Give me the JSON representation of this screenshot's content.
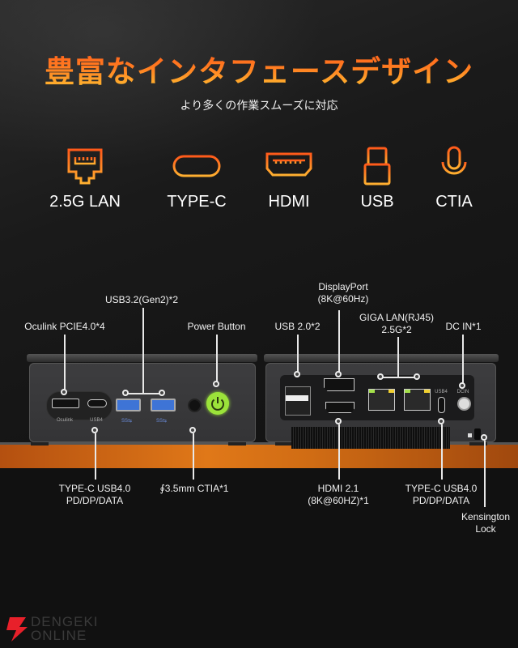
{
  "header": {
    "title": "豊富なインタフェースデザイン",
    "subtitle": "より多くの作業スムーズに対応"
  },
  "features": [
    {
      "icon": "ethernet-icon",
      "label": "2.5G LAN"
    },
    {
      "icon": "usb-c-icon",
      "label": "TYPE-C"
    },
    {
      "icon": "hdmi-icon",
      "label": "HDMI"
    },
    {
      "icon": "usb-icon",
      "label": "USB"
    },
    {
      "icon": "microphone-icon",
      "label": "CTIA"
    }
  ],
  "colors": {
    "accent_orange": "#ff6a20",
    "accent_yellow": "#ffc232",
    "power_green": "#9be33a",
    "usb3_blue": "#3e74d6"
  },
  "front": {
    "callouts_top": {
      "oculink": "Oculink PCIE4.0*4",
      "usb32": "USB3.2(Gen2)*2",
      "power": "Power Button"
    },
    "port_labels": {
      "oculink": "Oculink",
      "usb4": "USB4",
      "ss1": "SS⇆",
      "ss2": "SS⇆"
    },
    "callouts_bottom": {
      "typec_1": "TYPE-C USB4.0",
      "typec_2": "PD/DP/DATA",
      "ctia": "∮3.5mm CTIA*1"
    }
  },
  "rear": {
    "callouts_top": {
      "displayport_1": "DisplayPort",
      "displayport_2": "(8K@60Hz)",
      "usb20": "USB 2.0*2",
      "lan_1": "GIGA LAN(RJ45)",
      "lan_2": "2.5G*2",
      "dcin": "DC IN*1"
    },
    "port_labels": {
      "usb4": "USB4",
      "dc": "DCIN"
    },
    "callouts_bottom": {
      "hdmi_1": "HDMI 2.1",
      "hdmi_2": "(8K@60HZ)*1",
      "typec_1": "TYPE-C USB4.0",
      "typec_2": "PD/DP/DATA",
      "kensington_1": "Kensington",
      "kensington_2": "Lock"
    }
  },
  "watermark": {
    "line1": "DENGEKI",
    "line2": "ONLINE"
  }
}
